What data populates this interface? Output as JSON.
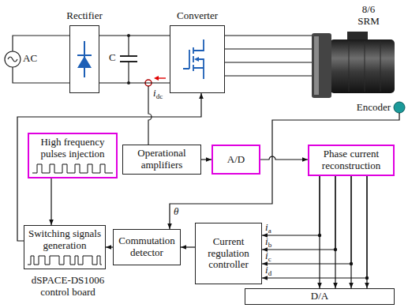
{
  "diagram": {
    "nodes": [
      {
        "text": [
          "Rectifier"
        ]
      },
      {
        "text": [
          "Converter"
        ]
      },
      {
        "text": [
          "8/6 SRM"
        ]
      },
      {
        "text": [
          "Encoder"
        ]
      },
      {
        "text": [
          "High frequency pulses injection"
        ]
      },
      {
        "text": [
          "Operational amplifiers"
        ]
      },
      {
        "text": [
          "A/D"
        ]
      },
      {
        "text": [
          "Phase current reconstruction"
        ]
      },
      {
        "text": [
          "Switching signals generation"
        ]
      },
      {
        "text": [
          "Commutation detector"
        ]
      },
      {
        "text": [
          "Current regulation controller"
        ]
      },
      {
        "text": [
          "D/A"
        ]
      }
    ],
    "edges": [
      {
        "from": 0,
        "to": 1,
        "arrow": "none"
      },
      {
        "from": 0,
        "to": 1,
        "arrow": "none"
      },
      {
        "from": 1,
        "to": 2,
        "arrow": "none"
      },
      {
        "from": 1,
        "to": 2,
        "arrow": "none"
      },
      {
        "from": 1,
        "to": 2,
        "arrow": "none"
      },
      {
        "from": 1,
        "to": 2,
        "arrow": "none"
      },
      {
        "from": 5,
        "to": 6,
        "arrow": "to"
      },
      {
        "from": 6,
        "to": 7,
        "arrow": "to"
      },
      {
        "from": 8,
        "to": 1,
        "arrow": "to"
      },
      {
        "from": 4,
        "to": 8,
        "arrow": "to"
      },
      {
        "from": 3,
        "to": 9,
        "label": "θ",
        "arrow": "to"
      },
      {
        "from": 9,
        "to": 8,
        "arrow": "to"
      },
      {
        "from": 10,
        "to": 9,
        "arrow": "to"
      },
      {
        "from": 7,
        "to": 10,
        "label": "ia",
        "arrow": "to"
      },
      {
        "from": 7,
        "to": 10,
        "label": "ib",
        "arrow": "to"
      },
      {
        "from": 7,
        "to": 10,
        "label": "ic",
        "arrow": "to"
      },
      {
        "from": 7,
        "to": 10,
        "label": "id",
        "arrow": "to"
      },
      {
        "from": 7,
        "to": 11,
        "arrow": "to"
      },
      {
        "from": 7,
        "to": 11,
        "arrow": "to"
      },
      {
        "from": 7,
        "to": 11,
        "arrow": "to"
      },
      {
        "from": 7,
        "to": 11,
        "arrow": "to"
      }
    ],
    "labels": [
      "AC",
      "C",
      "idc",
      "dSPACE-DS1006 control board"
    ]
  }
}
